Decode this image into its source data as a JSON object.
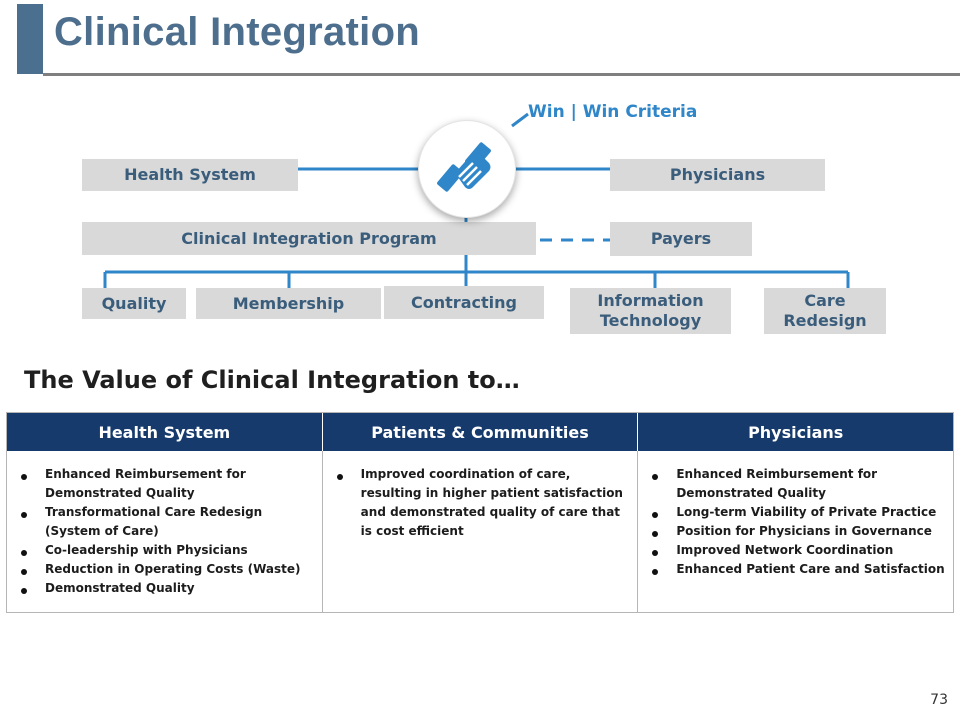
{
  "slide": {
    "title": "Clinical Integration",
    "page_number": "73"
  },
  "diagram": {
    "win_label": "Win | Win Criteria",
    "health_system": "Health System",
    "physicians": "Physicians",
    "program": "Clinical Integration Program",
    "payers": "Payers",
    "components": [
      "Quality",
      "Membership",
      "Contracting",
      "Information Technology",
      "Care Redesign"
    ],
    "handshake_icon": "handshake-icon",
    "line_color": "#2f86c8",
    "box_color": "#d9d9d9",
    "text_color": "#3b5d7c"
  },
  "value": {
    "subtitle": "The Value of Clinical Integration to…",
    "columns": [
      {
        "header": "Health System",
        "items": [
          "Enhanced Reimbursement for Demonstrated Quality",
          "Transformational Care Redesign (System of Care)",
          "Co-leadership with Physicians",
          "Reduction in Operating Costs (Waste)",
          "Demonstrated Quality"
        ]
      },
      {
        "header": "Patients & Communities",
        "items": [
          "Improved coordination of care, resulting in higher patient satisfaction and demonstrated quality of care that is cost efficient"
        ]
      },
      {
        "header": "Physicians",
        "items": [
          "Enhanced Reimbursement for Demonstrated Quality",
          "Long-term Viability of Private Practice",
          "Position for Physicians in Governance",
          "Improved Network Coordination",
          "Enhanced Patient Care and Satisfaction"
        ]
      }
    ],
    "header_color": "#163a6b"
  }
}
